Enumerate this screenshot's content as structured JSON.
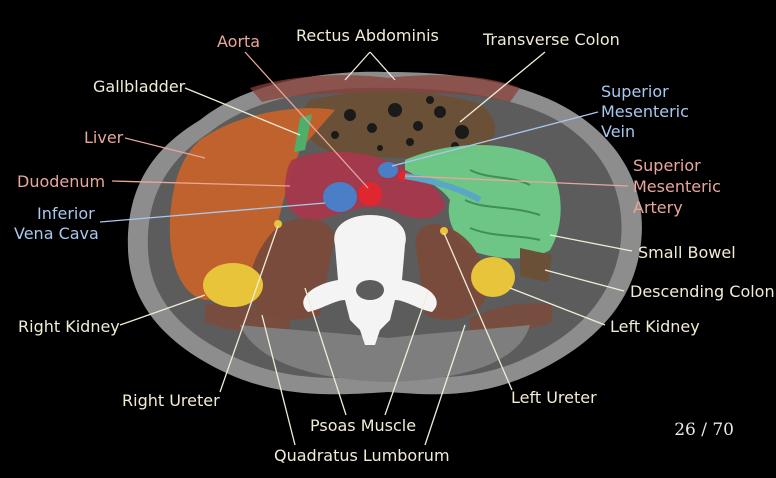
{
  "labels": {
    "aorta": "Aorta",
    "rectus_abdominis": "Rectus Abdominis",
    "transverse_colon": "Transverse Colon",
    "gallbladder": "Gallbladder",
    "sup_mes_vein": [
      "Superior",
      "Mesenteric",
      "Vein"
    ],
    "liver": "Liver",
    "sup_mes_artery": [
      "Superior",
      "Mesenteric",
      "Artery"
    ],
    "duodenum": "Duodenum",
    "ivc": [
      "Inferior",
      "Vena Cava"
    ],
    "small_bowel": "Small Bowel",
    "descending_colon": "Descending Colon",
    "right_kidney": "Right Kidney",
    "left_kidney": "Left Kidney",
    "right_ureter": "Right Ureter",
    "left_ureter": "Left Ureter",
    "psoas": "Psoas Muscle",
    "quadratus": "Quadratus Lumborum"
  },
  "slide_counter": "26 / 70",
  "colors": {
    "background": "#000000",
    "label_cream": "#f2ecd6",
    "label_pink": "#e9a79c",
    "label_blue": "#a9c8ee",
    "liver": "#c8632a",
    "kidney": "#e8c43a",
    "small_bowel": "#6fcf8a",
    "duodenum": "#a8364c",
    "aorta": "#e0262e",
    "ivc": "#4a7fc8",
    "muscle": "#7a4a3a",
    "vertebra": "#f4f4f4"
  }
}
